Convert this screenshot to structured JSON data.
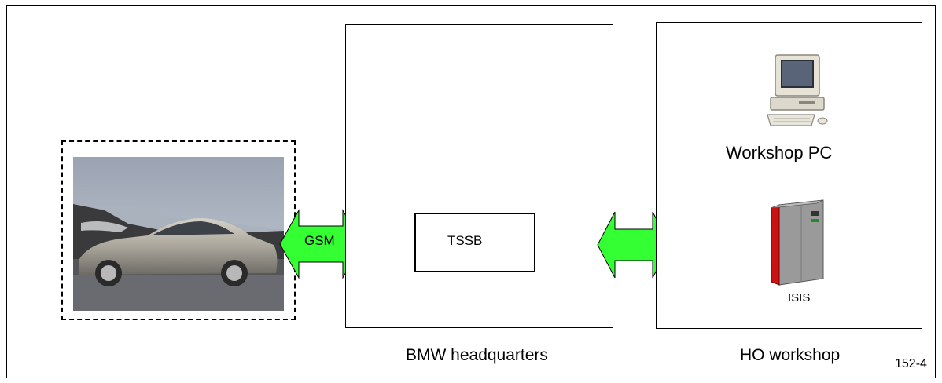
{
  "diagram": {
    "vehicle": {
      "picture": "bmw-coupe-car-photo"
    },
    "links": {
      "gsm_label": "GSM",
      "workshop_link_label": ""
    },
    "headquarters": {
      "label": "BMW headquarters",
      "tssb_label": "TSSB"
    },
    "workshop": {
      "label": "HO workshop",
      "pc_label": "Workshop PC",
      "pc_icon": "desktop-computer-icon",
      "server_label": "ISIS",
      "server_icon": "server-cabinet-icon"
    },
    "figure_id": "152-4"
  },
  "colors": {
    "arrow_fill": "#33ff33",
    "server_red": "#cc1111",
    "server_grey": "#9a9a9a"
  }
}
